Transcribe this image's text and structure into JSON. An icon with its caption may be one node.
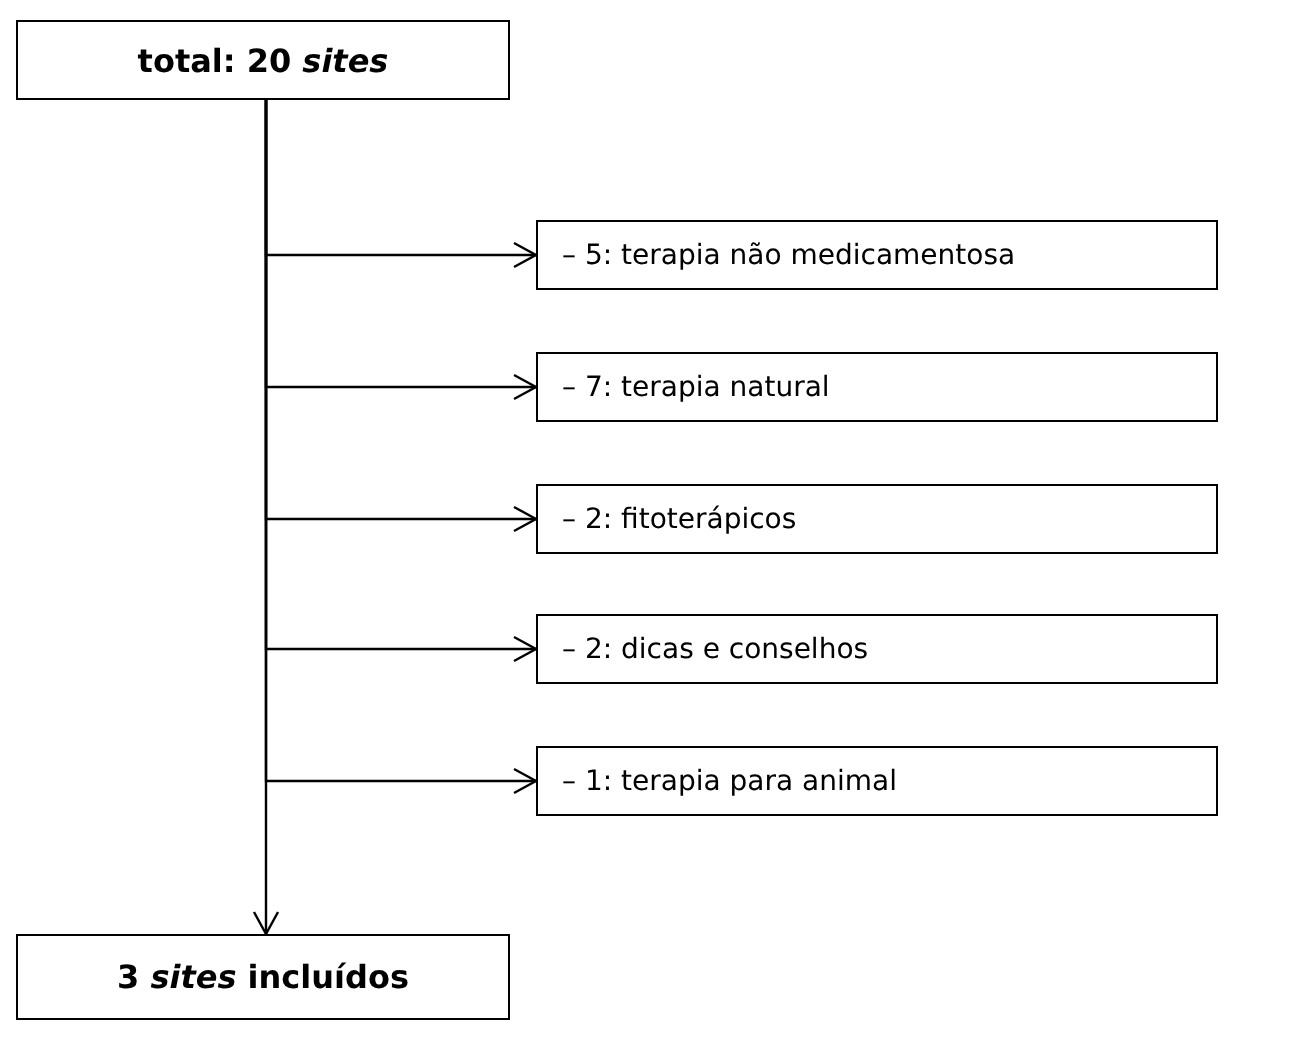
{
  "diagram": {
    "nodes": [
      {
        "text": [
          "total: 20 *sites*"
        ]
      },
      {
        "text": [
          "– 5: terapia não medicamentosa"
        ]
      },
      {
        "text": [
          "– 7: terapia natural"
        ]
      },
      {
        "text": [
          "– 2: fitoterápicos"
        ]
      },
      {
        "text": [
          "– 2: dicas e conselhos"
        ]
      },
      {
        "text": [
          "– 1: terapia para animal"
        ]
      },
      {
        "text": [
          "3 *sites* incluídos"
        ]
      }
    ],
    "edges": [
      {
        "from": 0,
        "to": 1,
        "arrow": "to"
      },
      {
        "from": 0,
        "to": 2,
        "arrow": "to"
      },
      {
        "from": 0,
        "to": 3,
        "arrow": "to"
      },
      {
        "from": 0,
        "to": 4,
        "arrow": "to"
      },
      {
        "from": 0,
        "to": 5,
        "arrow": "to"
      },
      {
        "from": 0,
        "to": 6,
        "arrow": "to"
      }
    ]
  }
}
